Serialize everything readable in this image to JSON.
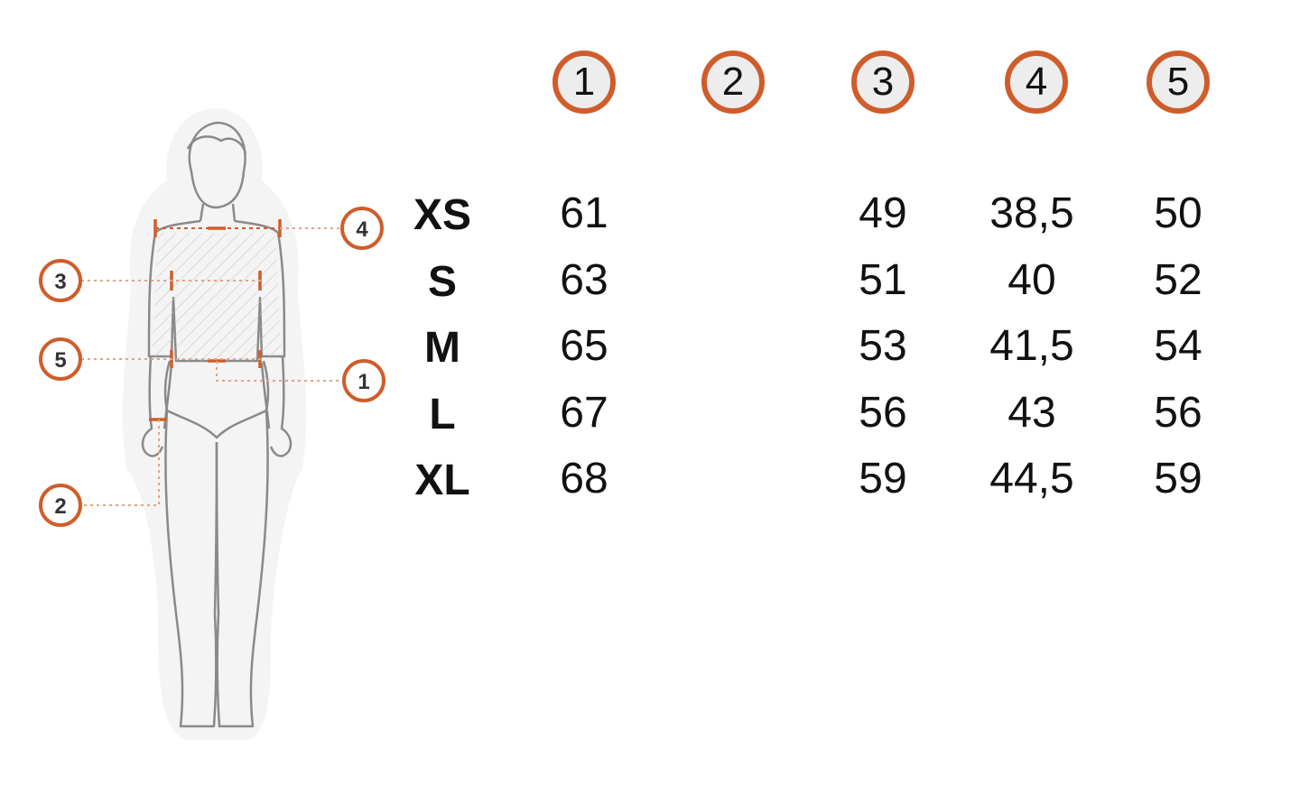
{
  "figure": {
    "markers": [
      "1",
      "2",
      "3",
      "4",
      "5"
    ]
  },
  "table": {
    "columns": [
      "1",
      "2",
      "3",
      "4",
      "5"
    ],
    "rows": [
      {
        "size": "XS",
        "values": [
          "61",
          "",
          "49",
          "38,5",
          "50"
        ]
      },
      {
        "size": "S",
        "values": [
          "63",
          "",
          "51",
          "40",
          "52"
        ]
      },
      {
        "size": "M",
        "values": [
          "65",
          "",
          "53",
          "41,5",
          "54"
        ]
      },
      {
        "size": "L",
        "values": [
          "67",
          "",
          "56",
          "43",
          "56"
        ]
      },
      {
        "size": "XL",
        "values": [
          "68",
          "",
          "59",
          "44,5",
          "59"
        ]
      }
    ]
  },
  "colors": {
    "accent": "#cf5d2b",
    "outline": "#8a8a8a",
    "header_fill": "#ededed",
    "text": "#111111"
  }
}
